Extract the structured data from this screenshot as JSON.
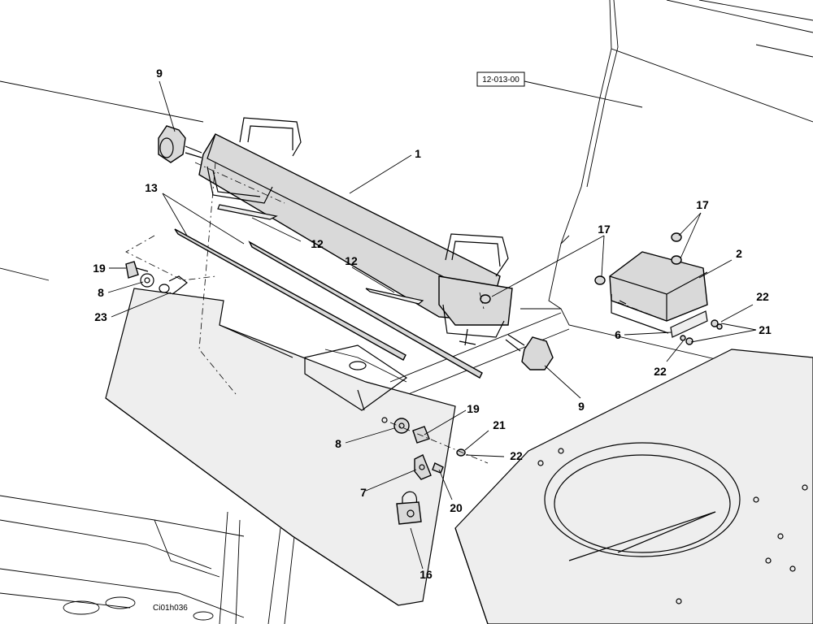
{
  "reference_box": "12-013-00",
  "figure_code": "Ci01h036",
  "callouts": {
    "c1": "1",
    "c2": "2",
    "c6": "6",
    "c7": "7",
    "c8a": "8",
    "c8b": "8",
    "c9a": "9",
    "c9b": "9",
    "c12a": "12",
    "c12b": "12",
    "c13": "13",
    "c16": "16",
    "c17a": "17",
    "c17b": "17",
    "c19a": "19",
    "c19b": "19",
    "c20": "20",
    "c21a": "21",
    "c21b": "21",
    "c22a": "22",
    "c22b": "22",
    "c22c": "22",
    "c23": "23"
  }
}
